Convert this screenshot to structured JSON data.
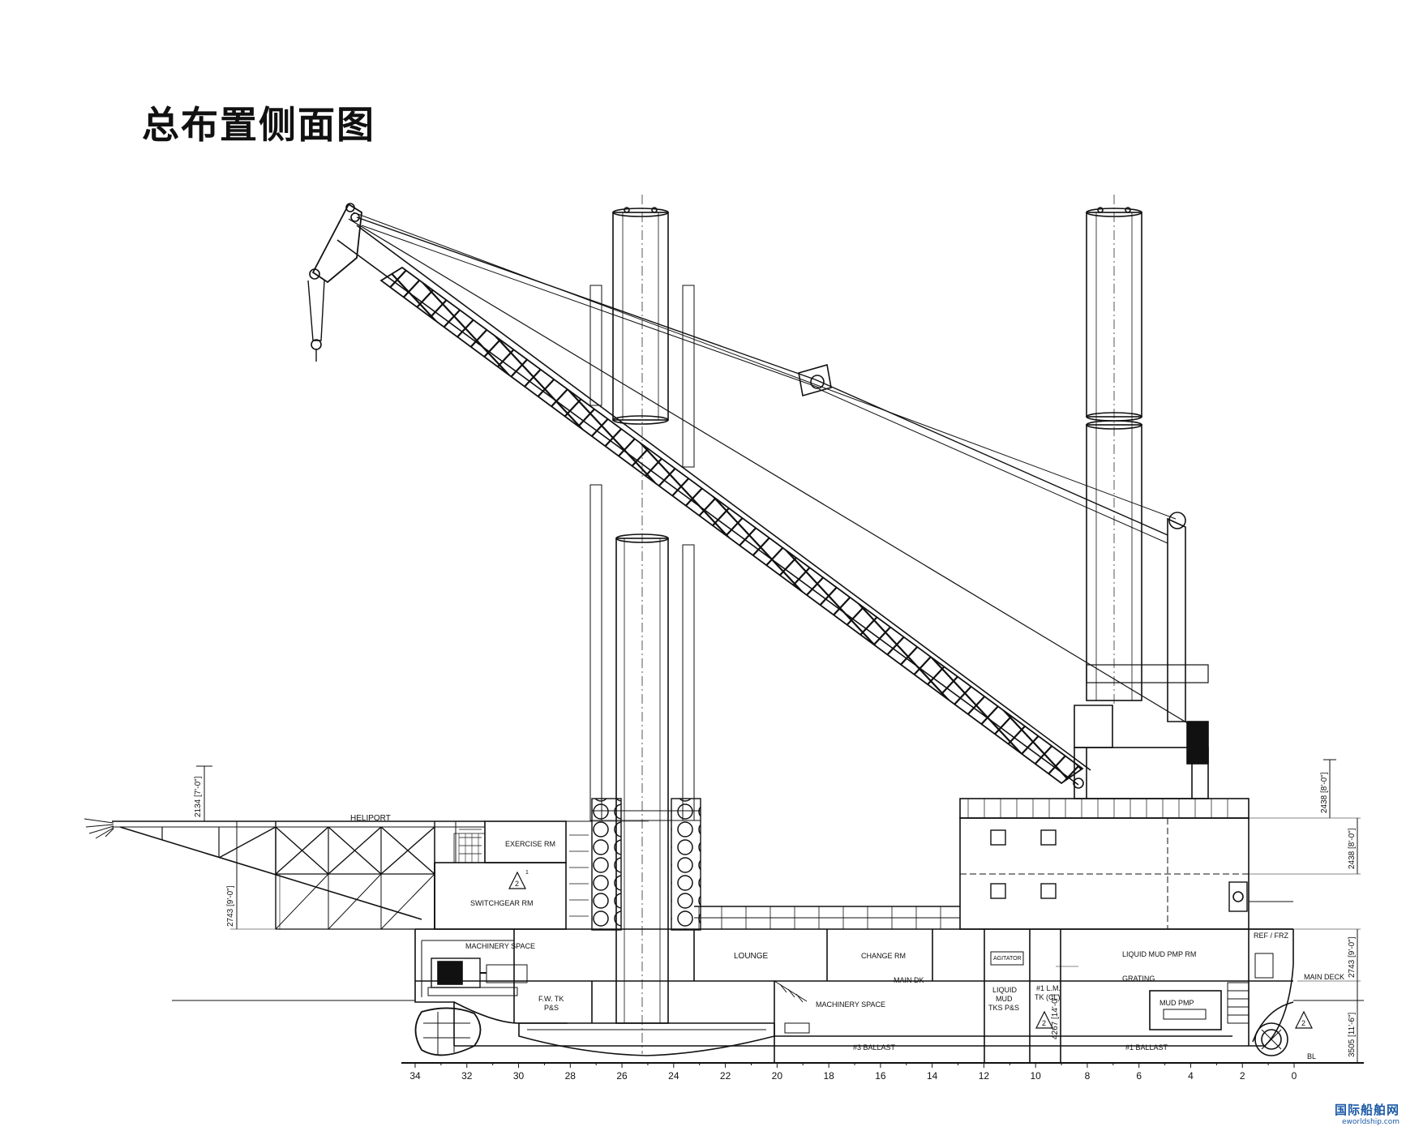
{
  "title": "总布置侧面图",
  "labels": {
    "heliport": "HELIPORT",
    "exercise_rm": "EXERCISE RM",
    "switchgear_rm": "SWITCHGEAR RM",
    "machinery_space_fwd": "MACHINERY SPACE",
    "fw_tk": "F.W. TK",
    "fw_tk_ps": "P&S",
    "lounge": "LOUNGE",
    "change_rm": "CHANGE RM",
    "main_dk": "MAIN DK",
    "machinery_space_aft": "MACHINERY SPACE",
    "ballast_3": "#3 BALLAST",
    "agitator": "AGITATOR",
    "liquid_mud": "LIQUID",
    "liquid_mud2": "MUD",
    "liquid_mud3": "TKS P&S",
    "lm_tk": "#1 L.M.",
    "lm_tk2": "TK (CL)",
    "liquid_mud_pmp_rm": "LIQUID MUD PMP RM",
    "grating": "GRATING",
    "mud_pmp": "MUD PMP",
    "ballast_1": "#1 BALLAST",
    "ref_frz": "REF / FRZ",
    "main_deck": "MAIN DECK",
    "bl": "BL",
    "rev_num": "2",
    "rev_sup": "1"
  },
  "dimensions": {
    "d2134": "2134 [7'-0\"]",
    "d2743a": "2743 [9'-0\"]",
    "d2438a": "2438 [8'-0\"]",
    "d2438b": "2438 [8'-0\"]",
    "d2743b": "2743 [9'-0\"]",
    "d3505": "3505 [11'-6\"]",
    "d4267": "4267 [14'-0\"]"
  },
  "frame_ticks": [
    "34",
    "32",
    "30",
    "28",
    "26",
    "24",
    "22",
    "20",
    "18",
    "16",
    "14",
    "12",
    "10",
    "8",
    "6",
    "4",
    "2",
    "0"
  ],
  "watermark": {
    "cn": "国际船舶网",
    "en": "eworldship.com"
  },
  "colors": {
    "ink": "#111111",
    "watermark": "#1c5aa6"
  }
}
